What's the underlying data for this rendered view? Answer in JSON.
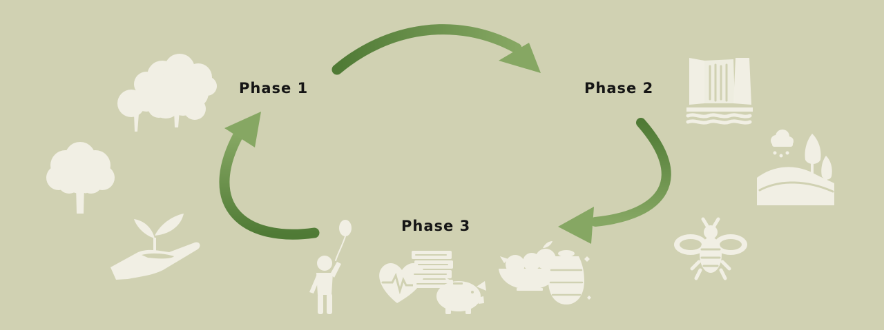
{
  "colors": {
    "background": "#d0d1b2",
    "arrow_dark": "#4f7a35",
    "arrow_light": "#86a763",
    "icon": "#f1efe4",
    "label": "#151515"
  },
  "phases": [
    {
      "id": "p1",
      "label": "Phase 1"
    },
    {
      "id": "p2",
      "label": "Phase 2"
    },
    {
      "id": "p3",
      "label": "Phase 3"
    }
  ],
  "cycle": [
    "Phase 1",
    "Phase 2",
    "Phase 3"
  ],
  "icon_groups": {
    "phase_1": [
      "tree-cluster-icon",
      "single-tree-icon",
      "seedling-in-hand-icon"
    ],
    "phase_2": [
      "waterfall-icon",
      "rain-hills-trees-icon",
      "bee-icon"
    ],
    "phase_3": [
      "child-with-balloon-icon",
      "heart-health-icon",
      "books-icon",
      "piggy-bank-icon",
      "fruit-bowl-icon",
      "honey-jar-icon"
    ]
  }
}
